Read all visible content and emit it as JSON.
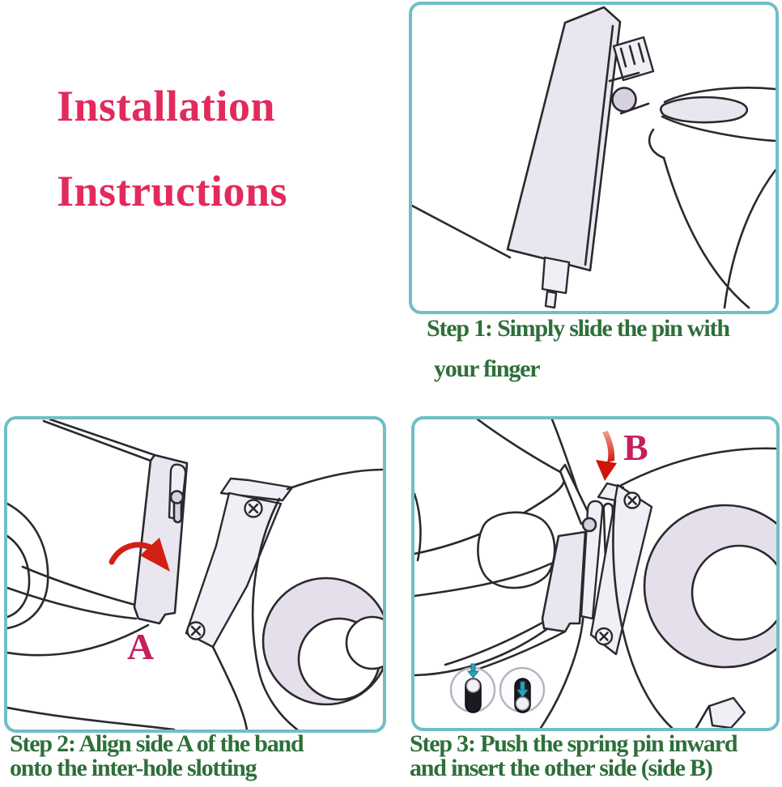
{
  "title": {
    "line1": "Installation",
    "line2": "Instructions"
  },
  "steps": [
    {
      "name": "step1",
      "caption_line1": "Step 1: Simply slide the pin with",
      "caption_line2": "your finger"
    },
    {
      "name": "step2",
      "caption_line1": "Step 2: Align side A of the band",
      "caption_line2": "onto the inter-hole slotting",
      "side_label": "A"
    },
    {
      "name": "step3",
      "caption_line1": "Step 3: Push the spring pin inward",
      "caption_line2": "and insert the other side (side B)",
      "side_label": "B"
    }
  ],
  "icons": {
    "red_arrow": "straight red arrow pointing down onto side B",
    "red_curved_arrow": "curved red arrow rotating band toward watch",
    "pin_toggle_before": "spring pin out (ball at top, teal arrow above)",
    "pin_toggle_after": "spring pin pushed in (ball at bottom, teal arrow inside)",
    "screw": "phillips screw head on watch lug"
  },
  "colors": {
    "background": "#ffffff",
    "title_pink": "#e22a5c",
    "caption_green": "#2e6f3a",
    "side_label_magenta": "#c51f5e",
    "panel_border_teal": "#6fbfc5",
    "arrow_red": "#d32015",
    "line_ink": "#2a2a2e",
    "band_fill": "#eae6f0",
    "case_fill": "#e4dfea",
    "pin_teal": "#2ca3bd",
    "pill_black": "#1a1a20"
  }
}
